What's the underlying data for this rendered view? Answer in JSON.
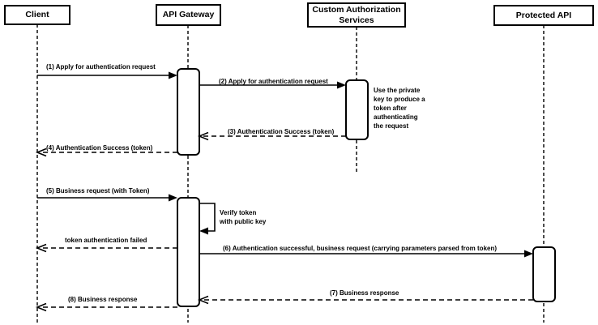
{
  "diagram_type": "sequence-diagram",
  "colors": {
    "stroke": "#000000",
    "background": "#ffffff"
  },
  "participants": [
    {
      "id": "client",
      "label": "Client"
    },
    {
      "id": "api-gateway",
      "label": "API Gateway"
    },
    {
      "id": "custom-auth",
      "label": "Custom Authorization Services"
    },
    {
      "id": "protected-api",
      "label": "Protected API"
    }
  ],
  "messages": [
    {
      "label": "(1) Apply for authentication request",
      "from": "Client",
      "to": "API Gateway",
      "style": "solid"
    },
    {
      "label": "(2) Apply for authentication request",
      "from": "API Gateway",
      "to": "Custom Authorization Services",
      "style": "solid"
    },
    {
      "label": "(3) Authentication Success (token)",
      "from": "Custom Authorization Services",
      "to": "API Gateway",
      "style": "dashed"
    },
    {
      "label": "(4) Authentication Success (token)",
      "from": "API Gateway",
      "to": "Client",
      "style": "dashed"
    },
    {
      "label": "(5) Business request (with Token)",
      "from": "Client",
      "to": "API Gateway",
      "style": "solid"
    },
    {
      "label": "token authentication failed",
      "from": "API Gateway",
      "to": "Client",
      "style": "dashed"
    },
    {
      "label": "(6) Authentication successful, business request (carrying parameters parsed from token)",
      "from": "API Gateway",
      "to": "Protected API",
      "style": "solid"
    },
    {
      "label": "(7) Business response",
      "from": "Protected API",
      "to": "API Gateway",
      "style": "dashed"
    },
    {
      "label": "(8) Business response",
      "from": "API Gateway",
      "to": "Client",
      "style": "dashed"
    }
  ],
  "self_message": {
    "on": "API Gateway",
    "lines": [
      "Verify token",
      "with public key"
    ]
  },
  "note": {
    "attached_to": "Custom Authorization Services",
    "lines": [
      "Use the private",
      "key to produce a",
      "token after",
      "authenticating",
      "the request"
    ]
  }
}
